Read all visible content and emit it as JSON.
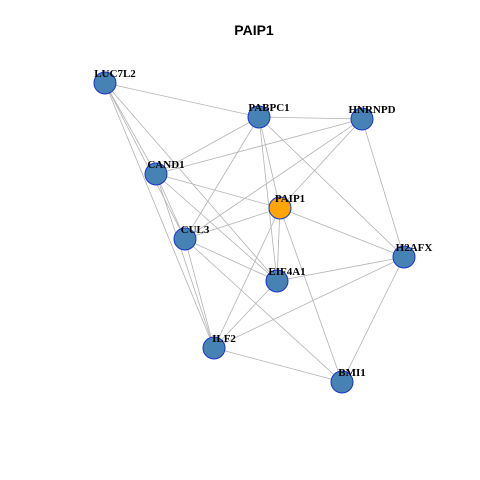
{
  "title": "PAIP1",
  "colors": {
    "hub_node": "#ffa500",
    "node": "#4682b4",
    "node_border": "#1a33cc",
    "edge": "#b3b3b3"
  },
  "nodes": [
    {
      "id": "PAIP1",
      "label": "PAIP1",
      "hub": true
    },
    {
      "id": "LUC7L2",
      "label": "LUC7L2",
      "hub": false
    },
    {
      "id": "PABPC1",
      "label": "PABPC1",
      "hub": false
    },
    {
      "id": "HNRNPD",
      "label": "HNRNPD",
      "hub": false
    },
    {
      "id": "CAND1",
      "label": "CAND1",
      "hub": false
    },
    {
      "id": "CUL3",
      "label": "CUL3",
      "hub": false
    },
    {
      "id": "EIF4A1",
      "label": "EIF4A1",
      "hub": false
    },
    {
      "id": "H2AFX",
      "label": "H2AFX",
      "hub": false
    },
    {
      "id": "ILF2",
      "label": "ILF2",
      "hub": false
    },
    {
      "id": "BMI1",
      "label": "BMI1",
      "hub": false
    }
  ],
  "edges": [
    [
      "LUC7L2",
      "PABPC1"
    ],
    [
      "LUC7L2",
      "CAND1"
    ],
    [
      "LUC7L2",
      "CUL3"
    ],
    [
      "LUC7L2",
      "ILF2"
    ],
    [
      "LUC7L2",
      "EIF4A1"
    ],
    [
      "PABPC1",
      "HNRNPD"
    ],
    [
      "PABPC1",
      "CAND1"
    ],
    [
      "PABPC1",
      "PAIP1"
    ],
    [
      "PABPC1",
      "CUL3"
    ],
    [
      "PABPC1",
      "EIF4A1"
    ],
    [
      "PABPC1",
      "H2AFX"
    ],
    [
      "HNRNPD",
      "CAND1"
    ],
    [
      "HNRNPD",
      "PAIP1"
    ],
    [
      "HNRNPD",
      "CUL3"
    ],
    [
      "HNRNPD",
      "H2AFX"
    ],
    [
      "CAND1",
      "PAIP1"
    ],
    [
      "CAND1",
      "CUL3"
    ],
    [
      "CAND1",
      "EIF4A1"
    ],
    [
      "CAND1",
      "ILF2"
    ],
    [
      "PAIP1",
      "CUL3"
    ],
    [
      "PAIP1",
      "EIF4A1"
    ],
    [
      "PAIP1",
      "H2AFX"
    ],
    [
      "PAIP1",
      "ILF2"
    ],
    [
      "PAIP1",
      "BMI1"
    ],
    [
      "CUL3",
      "EIF4A1"
    ],
    [
      "CUL3",
      "ILF2"
    ],
    [
      "CUL3",
      "BMI1"
    ],
    [
      "EIF4A1",
      "H2AFX"
    ],
    [
      "EIF4A1",
      "ILF2"
    ],
    [
      "H2AFX",
      "ILF2"
    ],
    [
      "H2AFX",
      "BMI1"
    ],
    [
      "ILF2",
      "BMI1"
    ]
  ]
}
